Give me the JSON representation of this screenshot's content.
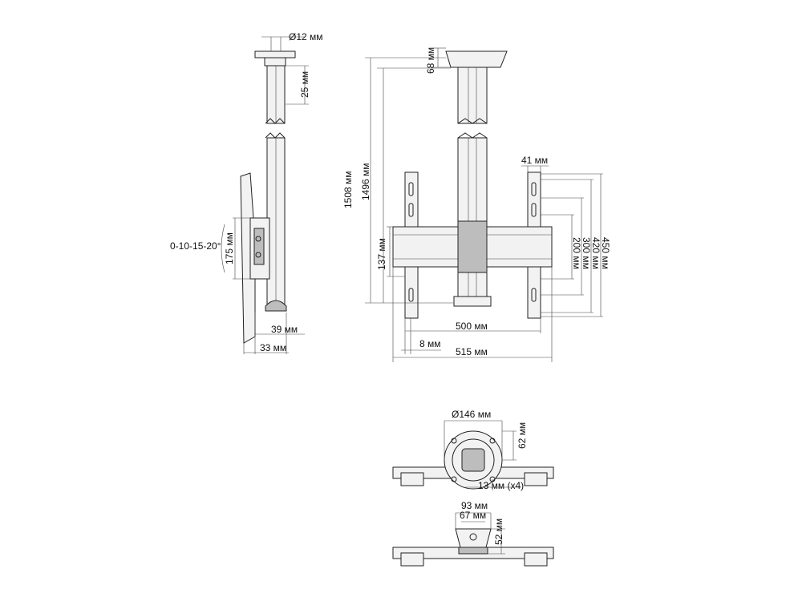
{
  "side_view": {
    "rod_diameter": "Ø12 мм",
    "plate_height": "25 мм",
    "tilt": "0-10-15-20°",
    "adapter_height": "175 мм",
    "depth_39": "39 мм",
    "depth_33": "33 мм"
  },
  "front_view": {
    "top_plate": "68 мм",
    "height_max": "1508 мм",
    "height_min": "1496 мм",
    "beam_height": "137 мм",
    "rail_width": "41 мм",
    "vesa_v": [
      "450 мм",
      "420 мм",
      "300 мм",
      "200 мм"
    ],
    "width_500": "500 мм",
    "offset_8": "8 мм",
    "width_515": "515 мм"
  },
  "top_view": {
    "flange_diameter": "Ø146 мм",
    "flange_height": "62 мм",
    "holes": "13 мм (x4)"
  },
  "bottom_view": {
    "width_93": "93 мм",
    "width_67": "67 мм",
    "height_52": "52 мм"
  }
}
